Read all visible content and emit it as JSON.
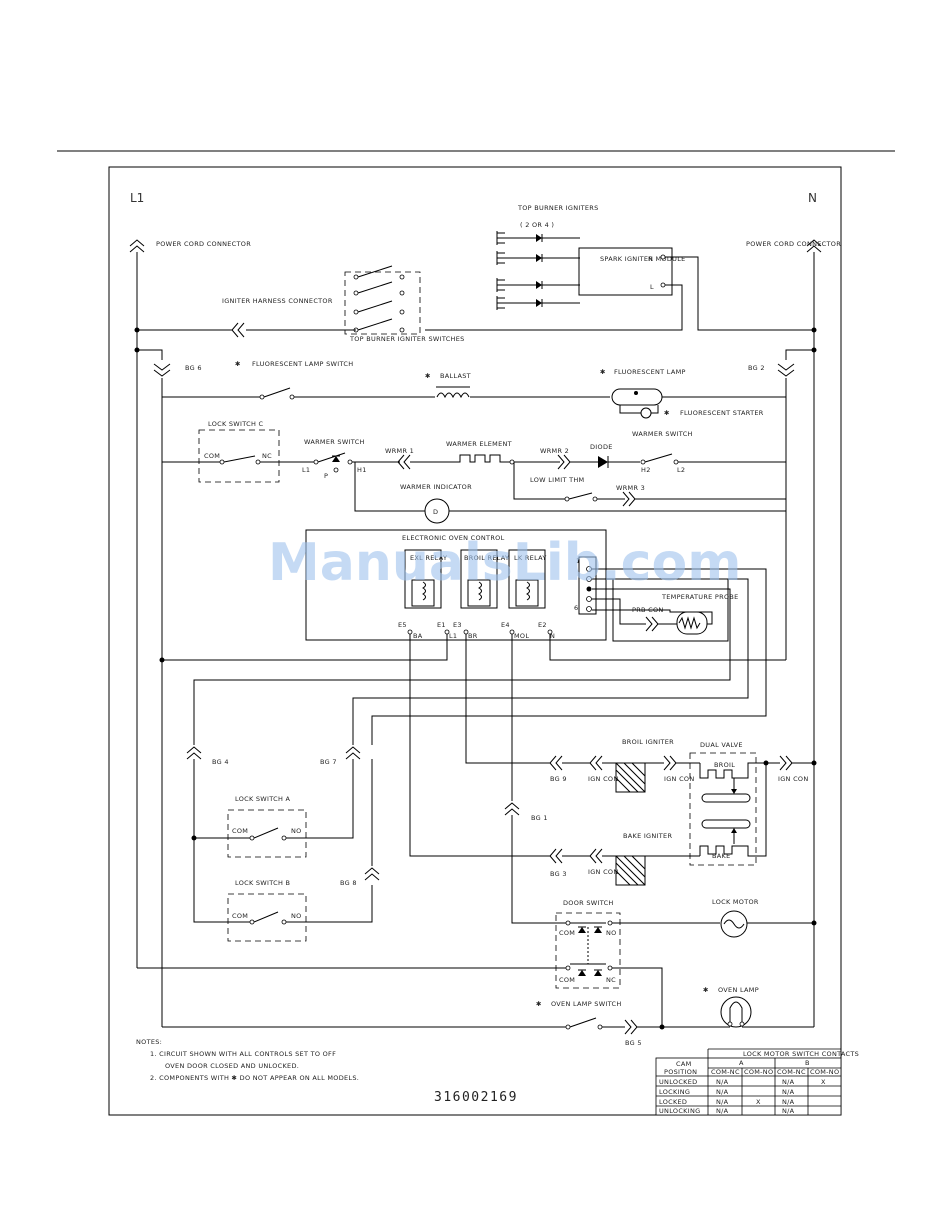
{
  "rails": {
    "left": "L1",
    "right": "N"
  },
  "connectors": {
    "power_cord_left": "POWER CORD CONNECTOR",
    "power_cord_right": "POWER CORD CONNECTOR",
    "igniter_harness": "IGNITER HARNESS CONNECTOR"
  },
  "top_burner": {
    "igniters_label": "TOP BURNER IGNITERS",
    "igniters_count": "( 2 OR 4 )",
    "switches_label": "TOP BURNER IGNITER SWITCHES",
    "spark_module": "SPARK IGNITER MODULE",
    "module_n": "N",
    "module_l": "L"
  },
  "fluorescent": {
    "lamp_switch": "FLUORESCENT LAMP SWITCH",
    "ballast": "BALLAST",
    "lamp": "FLUORESCENT LAMP",
    "starter": "FLUORESCENT STARTER",
    "star": "✱"
  },
  "warmer": {
    "lock_switch_c": "LOCK SWITCH C",
    "com": "COM",
    "nc": "NC",
    "switch": "WARMER SWITCH",
    "l1": "L1",
    "p": "P",
    "h1": "H1",
    "wrmr1": "WRMR 1",
    "element": "WARMER ELEMENT",
    "wrmr2": "WRMR 2",
    "diode": "DIODE",
    "switch_right": "WARMER SWITCH",
    "h2": "H2",
    "l2": "L2",
    "low_limit": "LOW LIMIT THM",
    "wrmr3": "WRMR 3",
    "indicator": "WARMER INDICATOR",
    "indicator_d": "D"
  },
  "control": {
    "title": "ELECTRONIC OVEN CONTROL",
    "relay1": "EXL RELAY",
    "relay2": "BROIL RELAY",
    "relay3": "LK RELAY",
    "e5": "E5",
    "e1": "E1",
    "e3": "E3",
    "e4": "E4",
    "e2": "E2",
    "ba": "BA",
    "l1": "L1",
    "br": "BR",
    "mol": "MOL",
    "n": "N",
    "pin1": "1",
    "pin6": "6",
    "prb_con": "PRB CON",
    "probe": "TEMPERATURE PROBE"
  },
  "ground_connectors": {
    "bg1": "BG 1",
    "bg2": "BG 2",
    "bg3": "BG 3",
    "bg4": "BG 4",
    "bg5": "BG 5",
    "bg6": "BG 6",
    "bg7": "BG 7",
    "bg8": "BG 8",
    "bg9": "BG 9"
  },
  "oven": {
    "broil_igniter": "BROIL IGNITER",
    "bake_igniter": "BAKE IGNITER",
    "ign_con": "IGN CON",
    "dual_valve": "DUAL VALVE",
    "broil": "BROIL",
    "bake": "BAKE",
    "lock_switch_a": "LOCK SWITCH A",
    "lock_switch_b": "LOCK SWITCH B",
    "no": "NO",
    "door_switch": "DOOR SWITCH",
    "lock_motor": "LOCK MOTOR",
    "oven_lamp_switch": "OVEN LAMP SWITCH",
    "oven_lamp": "OVEN LAMP"
  },
  "notes": {
    "title": "NOTES:",
    "n1a": "1.  CIRCUIT SHOWN WITH ALL CONTROLS SET TO OFF",
    "n1b": "OVEN DOOR CLOSED AND UNLOCKED.",
    "n2": "2.  COMPONENTS WITH ✱ DO NOT APPEAR ON ALL MODELS."
  },
  "part_number": "316002169",
  "watermark": "ManualsLib.com",
  "table": {
    "title": "LOCK MOTOR SWITCH CONTACTS",
    "cam": "CAM",
    "position": "POSITION",
    "col_a": "A",
    "col_b": "B",
    "subheaders": [
      "COM-NC",
      "COM-NO",
      "COM-NC",
      "COM-NO"
    ],
    "rows": [
      {
        "label": "UNLOCKED",
        "cells": [
          "N/A",
          "",
          "N/A",
          "X"
        ]
      },
      {
        "label": "LOCKING",
        "cells": [
          "N/A",
          "",
          "N/A",
          ""
        ]
      },
      {
        "label": "LOCKED",
        "cells": [
          "N/A",
          "X",
          "N/A",
          ""
        ]
      },
      {
        "label": "UNLOCKING",
        "cells": [
          "N/A",
          "",
          "N/A",
          ""
        ]
      }
    ]
  }
}
